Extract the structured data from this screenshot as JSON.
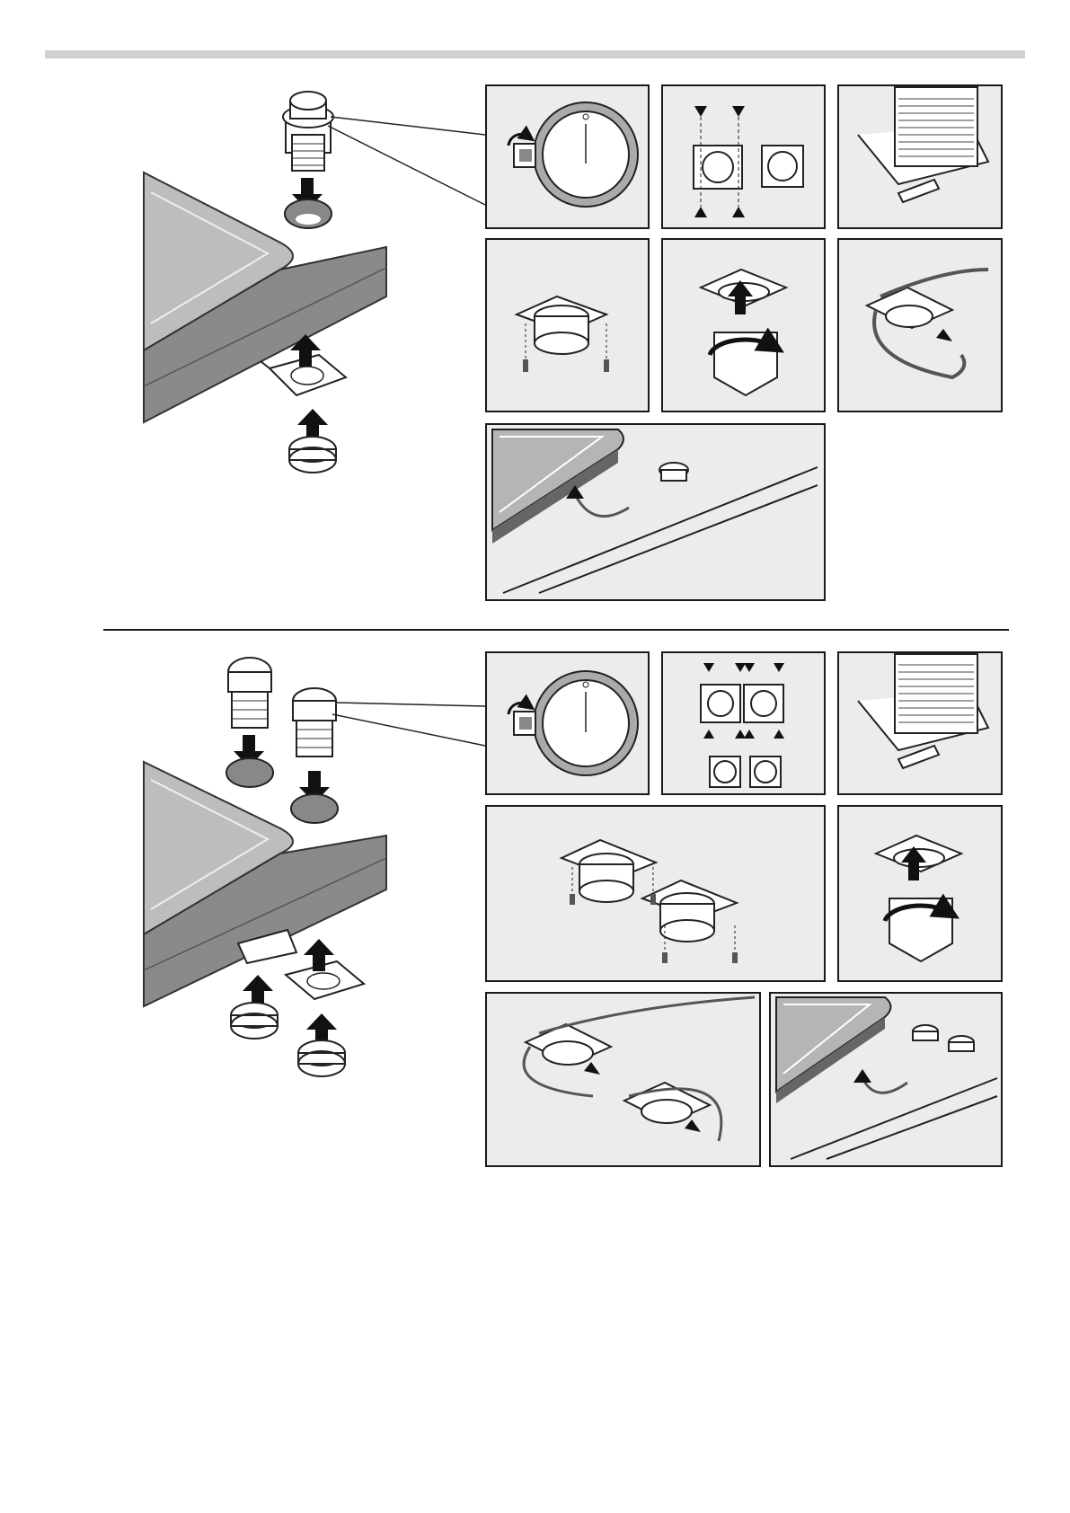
{
  "document": {
    "header_bar_color": "#d0d0d0",
    "panel_background": "#ececec",
    "panel_border": "#1a1a1a",
    "sections": [
      {
        "name": "single-knob-installation",
        "overview_icons": [
          "knob-icon",
          "arrow-down-icon",
          "cutout-hole-icon",
          "mounting-plate-icon",
          "arrow-up-icon",
          "nut-icon"
        ],
        "steps": [
          "knob-orientation",
          "plate-alignment",
          "plate-detail",
          "plate-screws",
          "knob-turn-lock",
          "cable-connect",
          "cable-to-hob"
        ]
      },
      {
        "name": "double-knob-installation",
        "overview_icons": [
          "knob-icon",
          "knob-icon",
          "arrow-down-icon",
          "cutout-hole-icon",
          "mounting-plate-icon",
          "arrow-up-icon",
          "nut-icon"
        ],
        "steps": [
          "knob-orientation",
          "double-plate-alignment",
          "plate-detail",
          "double-plate-screws",
          "knob-turn-lock",
          "double-cable-connect",
          "double-cable-to-hob"
        ]
      }
    ]
  }
}
